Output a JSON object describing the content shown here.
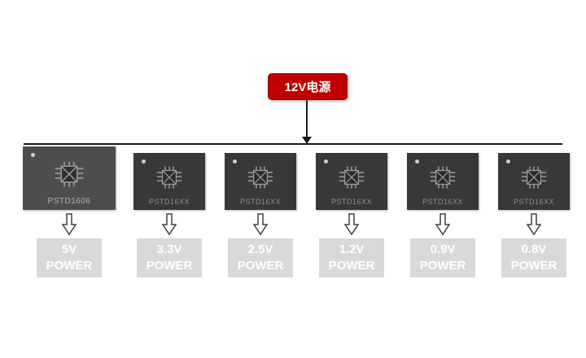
{
  "source": {
    "label": "12V电源"
  },
  "chips": [
    {
      "name": "PSTD1606",
      "voltage": "5V",
      "power_label": "POWER"
    },
    {
      "name": "PSTD16XX",
      "voltage": "3.3V",
      "power_label": "POWER"
    },
    {
      "name": "PSTD16XX",
      "voltage": "2.5V",
      "power_label": "POWER"
    },
    {
      "name": "PSTD16XX",
      "voltage": "1.2V",
      "power_label": "POWER"
    },
    {
      "name": "PSTD16XX",
      "voltage": "0.9V",
      "power_label": "POWER"
    },
    {
      "name": "PSTD16XX",
      "voltage": "0.8V",
      "power_label": "POWER"
    }
  ],
  "colors": {
    "source_bg": "#c00000",
    "chip_primary_bg": "#4d4d4d",
    "chip_bg": "#383838",
    "output_box_bg": "#d9d9d9",
    "connector": "#1a1a1a"
  }
}
